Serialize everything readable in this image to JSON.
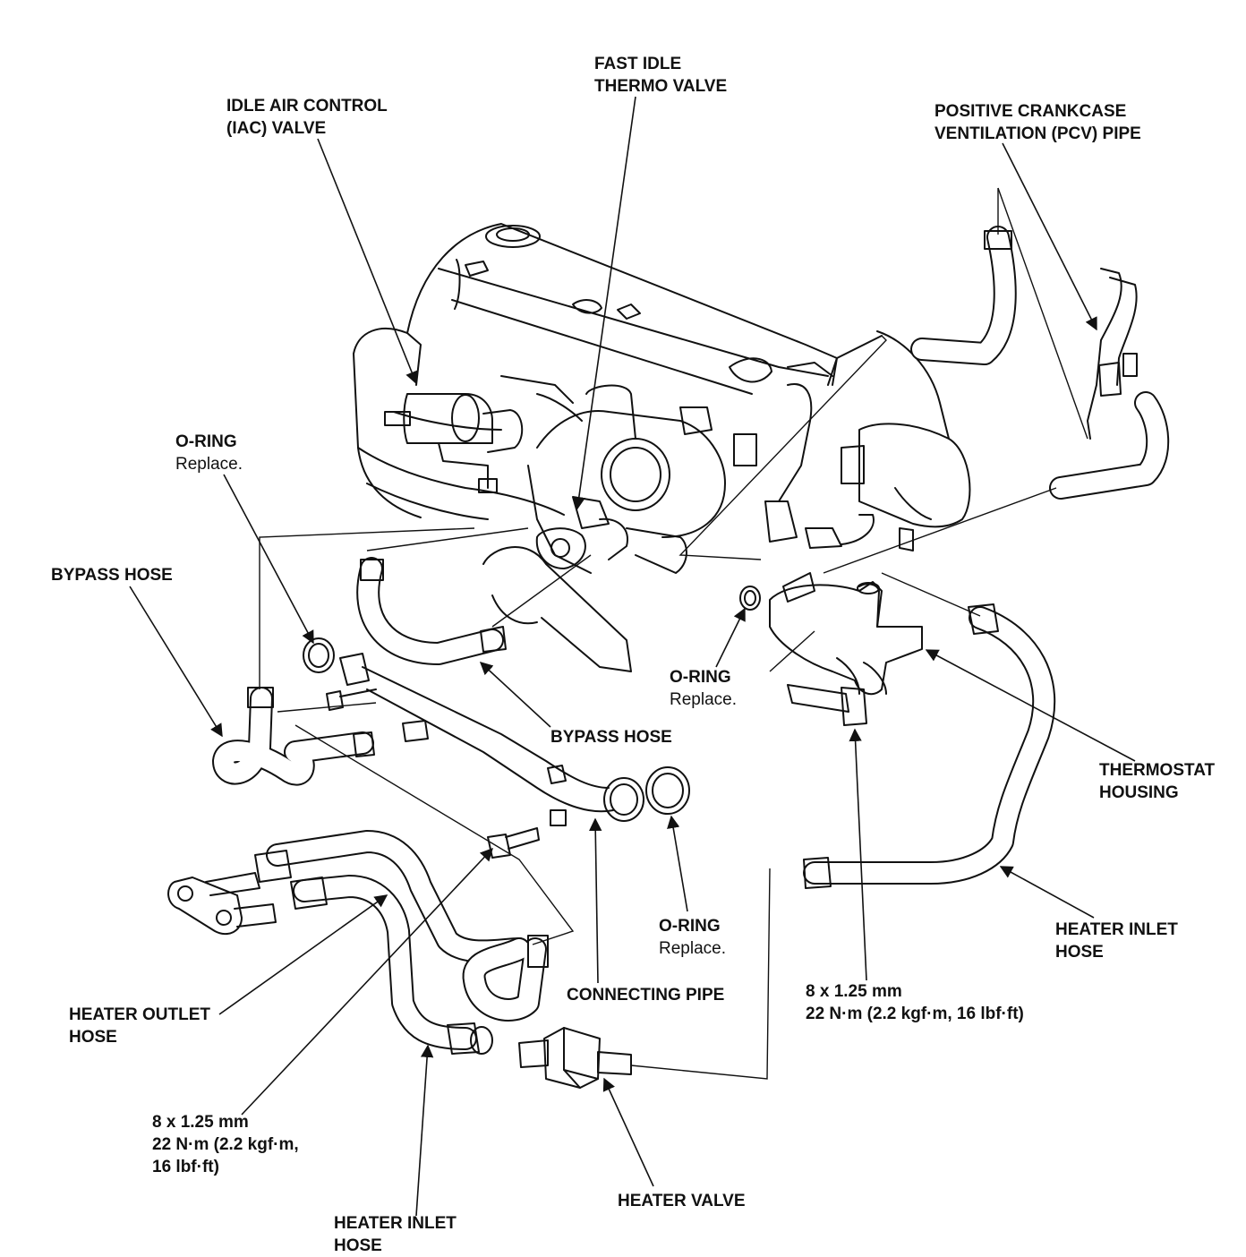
{
  "labels": {
    "fast_idle": [
      "FAST IDLE",
      "THERMO VALVE"
    ],
    "iac_valve": [
      "IDLE AIR CONTROL",
      "(IAC) VALVE"
    ],
    "pcv_pipe": [
      "POSITIVE CRANKCASE",
      "VENTILATION (PCV) PIPE"
    ],
    "oring_top": {
      "title": "O-RING",
      "note": "Replace."
    },
    "bypass_hose_left": "BYPASS HOSE",
    "oring_mid": {
      "title": "O-RING",
      "note": "Replace."
    },
    "bypass_hose_center": "BYPASS HOSE",
    "thermostat_housing": [
      "THERMOSTAT",
      "HOUSING"
    ],
    "oring_low": {
      "title": "O-RING",
      "note": "Replace."
    },
    "heater_inlet_right": [
      "HEATER INLET",
      "HOSE"
    ],
    "connecting_pipe": "CONNECTING PIPE",
    "bolt_right": [
      "8 x 1.25 mm",
      "22 N·m (2.2 kgf·m, 16 lbf·ft)"
    ],
    "heater_outlet": [
      "HEATER OUTLET",
      "HOSE"
    ],
    "bolt_left": [
      "8 x 1.25 mm",
      "22 N·m (2.2 kgf·m,",
      "16 lbf·ft)"
    ],
    "heater_valve": "HEATER VALVE",
    "heater_inlet_bottom": [
      "HEATER INLET",
      "HOSE"
    ]
  },
  "icons": {
    "engine": "engine-block-illustration",
    "arrow": "leader-arrow"
  },
  "colors": {
    "ink": "#111111",
    "paper": "#ffffff"
  }
}
